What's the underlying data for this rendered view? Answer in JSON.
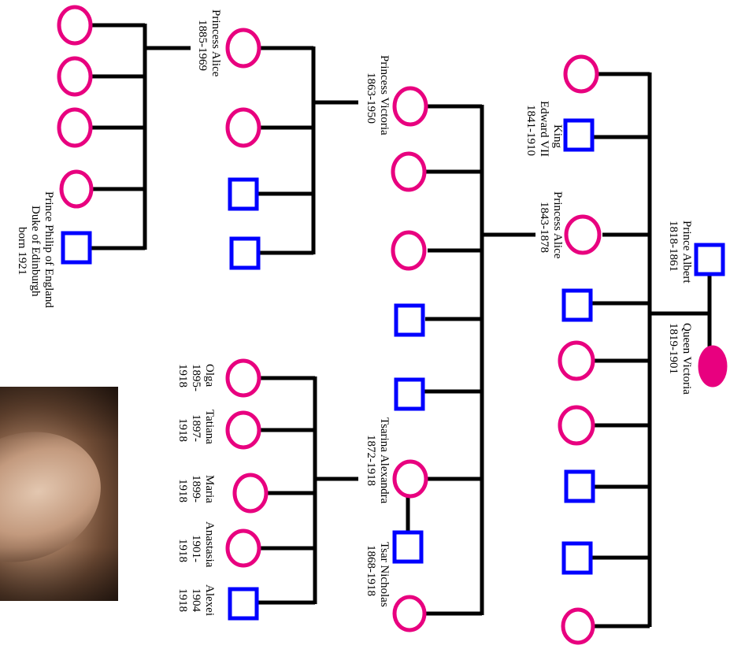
{
  "colors": {
    "female_stroke": "#e8007f",
    "female_affected_fill": "#e8007f",
    "male_stroke": "#0000ff",
    "line": "#000000",
    "background": "#ffffff"
  },
  "labels": {
    "prince_albert": [
      "Prince Albert",
      "1818-1861"
    ],
    "queen_victoria": [
      "Queen Victoria",
      "1819-1901"
    ],
    "king_edward": [
      "King",
      "Edward VII",
      "1841-1910"
    ],
    "princess_alice_1843": [
      "Princess Alice",
      "1843-1878"
    ],
    "princess_victoria": [
      "Princess Victoria",
      "1863-1950"
    ],
    "tsarina_alexandra": [
      "Tsarina Alexandra",
      "1872-1918"
    ],
    "tsar_nicholas": [
      "Tsar Nicholas",
      "1868-1918"
    ],
    "princess_alice_1885": [
      "Princess Alice",
      "1885-1969"
    ],
    "prince_philip": [
      "Prince Philip of England",
      "Duke of Edinburgh",
      "born 1921"
    ],
    "olga": [
      "Olga",
      "1895-",
      "1918"
    ],
    "tatiana": [
      "Tatiana",
      "1897-",
      "1918"
    ],
    "maria": [
      "Maria",
      "1899-",
      "1918"
    ],
    "anastasia": [
      "Anastasia",
      "1901-",
      "1918"
    ],
    "alexei": [
      "Alexei",
      "1904",
      "1918"
    ]
  },
  "photo": {
    "description_icon": "portrait-photo"
  }
}
